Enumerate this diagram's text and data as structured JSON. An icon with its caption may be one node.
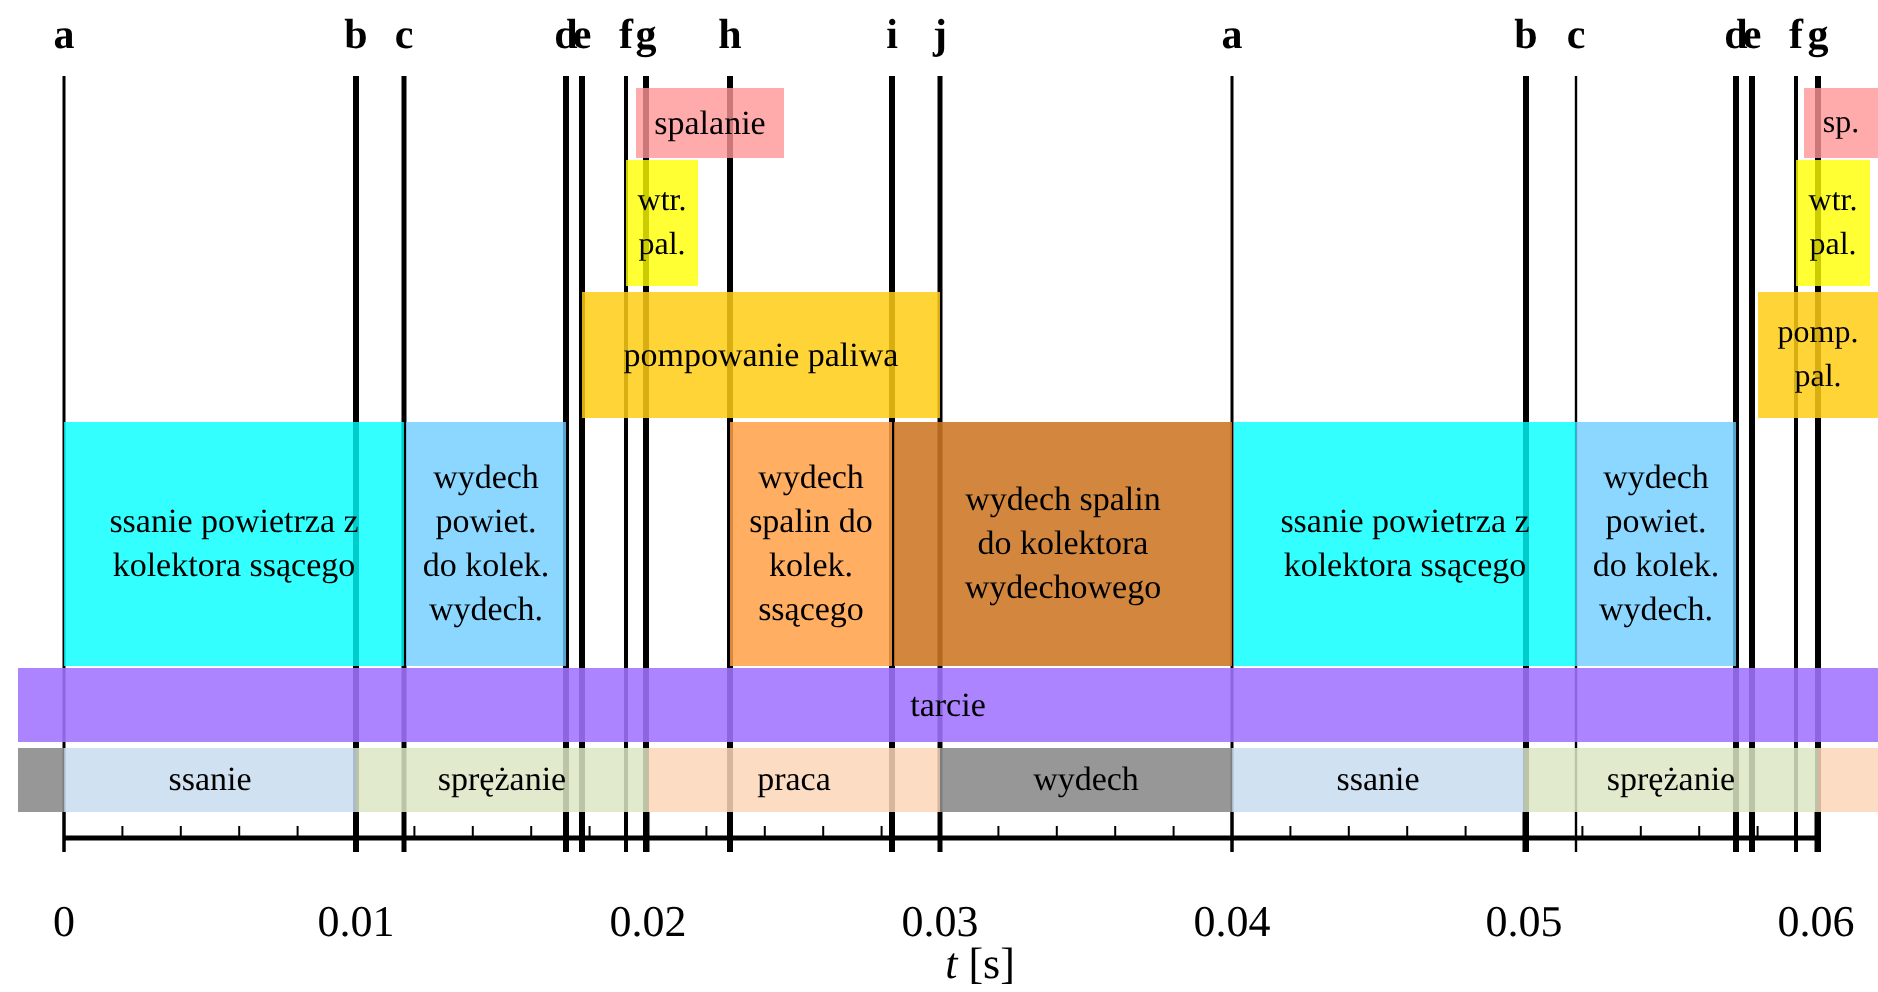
{
  "diagram": {
    "nodes": [
      {
        "text": [
          "spalanie"
        ]
      },
      {
        "text": [
          "sp."
        ]
      },
      {
        "text": [
          "wtr. pal."
        ]
      },
      {
        "text": [
          "wtr. pal."
        ]
      },
      {
        "text": [
          "pompowanie paliwa"
        ]
      },
      {
        "text": [
          "pomp. pal."
        ]
      },
      {
        "text": [
          "ssanie powietrza z kolektora ssącego"
        ]
      },
      {
        "text": [
          "wydech powiet. do kolek. wydech."
        ]
      },
      {
        "text": [
          "wydech spalin do kolek. ssącego"
        ]
      },
      {
        "text": [
          "wydech spalin do kolektora wydechowego"
        ]
      },
      {
        "text": [
          "ssanie powietrza z kolektora ssącego"
        ]
      },
      {
        "text": [
          "wydech powiet. do kolek. wydech."
        ]
      },
      {
        "text": [
          "tarcie"
        ]
      },
      {
        "text": [],
        "shape": "bar"
      },
      {
        "text": [
          "ssanie"
        ]
      },
      {
        "text": [
          "sprężanie"
        ]
      },
      {
        "text": [
          "praca"
        ]
      },
      {
        "text": [
          "wydech"
        ]
      },
      {
        "text": [
          "ssanie"
        ]
      },
      {
        "text": [
          "sprężanie"
        ]
      },
      {
        "text": [],
        "shape": "bar"
      }
    ],
    "labels": [
      "a",
      "b",
      "c",
      "d",
      "e",
      "f",
      "g",
      "h",
      "i",
      "j",
      "a",
      "b",
      "c",
      "d",
      "e",
      "f",
      "g",
      "0",
      "0.01",
      "0.02",
      "0.03",
      "0.04",
      "0.05",
      "0.06",
      "*t* [s]"
    ]
  }
}
